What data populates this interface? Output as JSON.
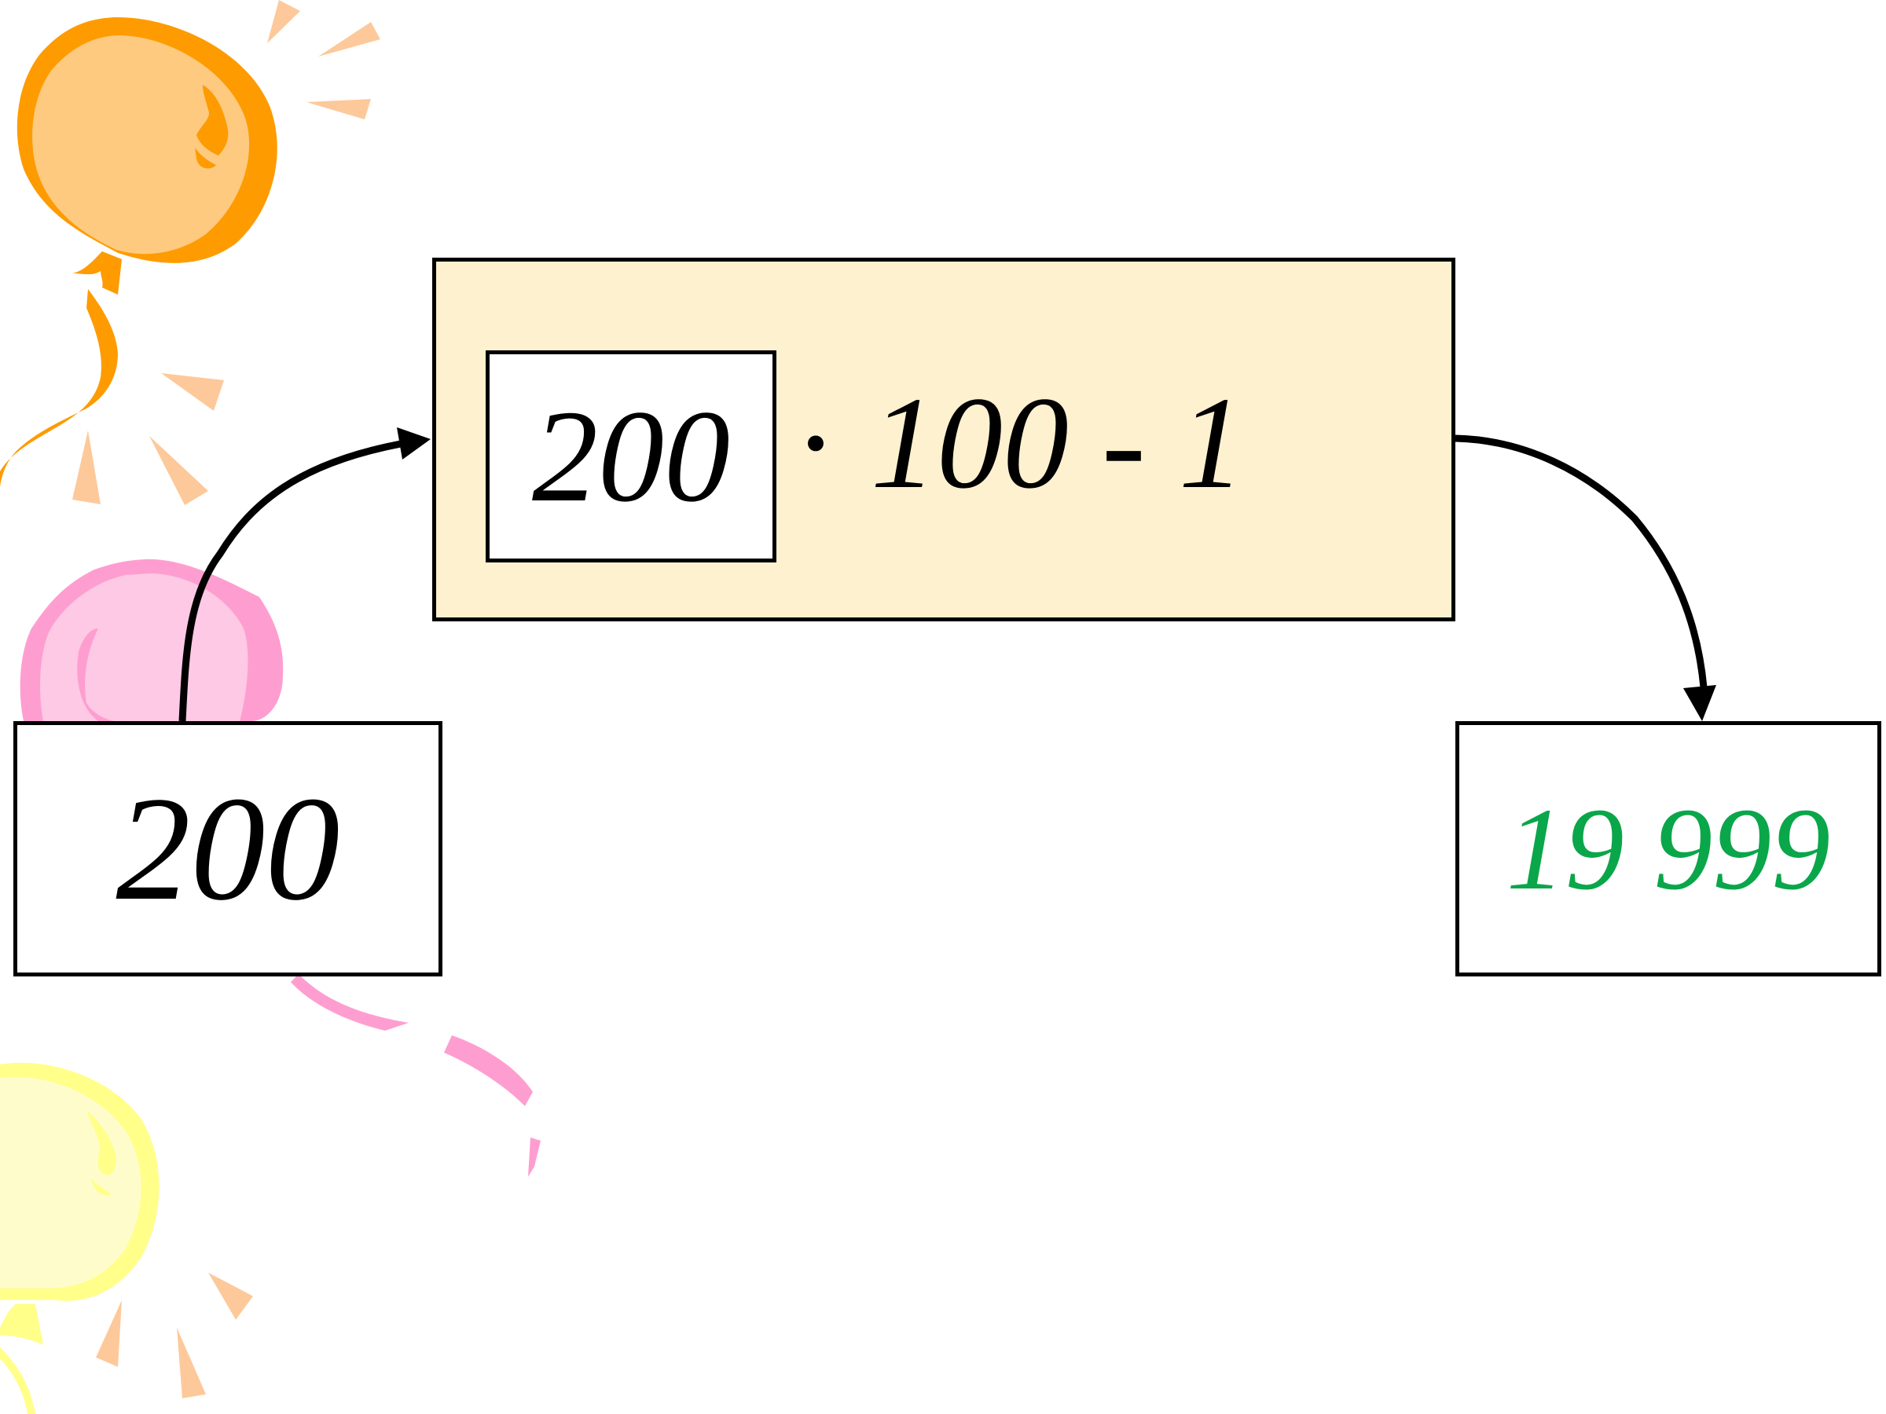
{
  "input": {
    "value": "200"
  },
  "formula": {
    "operand": "200",
    "dot": "·",
    "rest": "100 - 1"
  },
  "output": {
    "value": "19 999"
  },
  "colors": {
    "formula_fill": "#fdf1cf",
    "output_text": "#0aa64a",
    "balloon_orange": "#fdca7f",
    "balloon_pink": "#fdc9e4",
    "balloon_yellow": "#fffca0"
  },
  "decorations": [
    "balloon-orange",
    "balloon-pink",
    "balloon-yellow",
    "sparkle-rays"
  ]
}
